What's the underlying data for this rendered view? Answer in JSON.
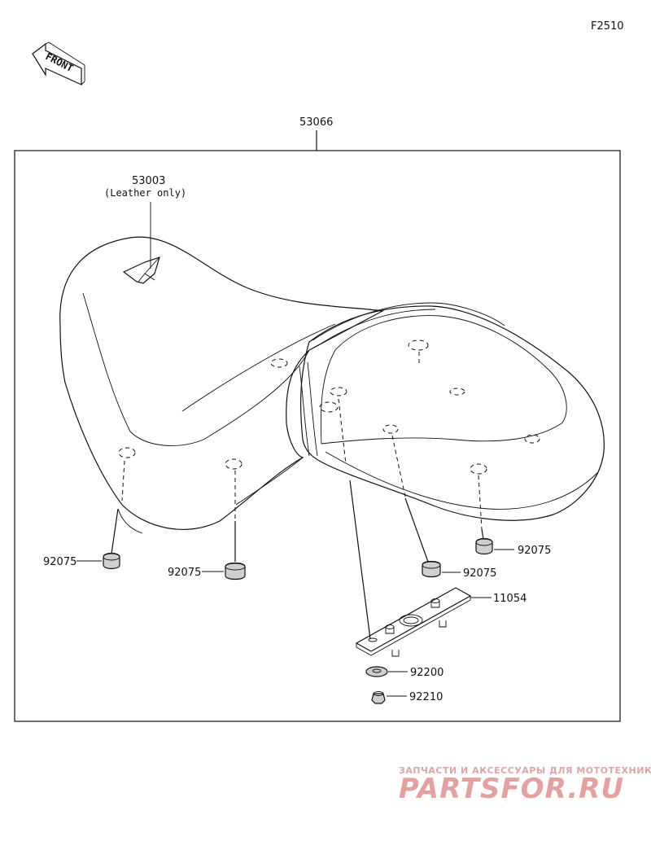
{
  "diagram_id": "F2510",
  "front_label": "FRONT",
  "assembly_part": "53066",
  "parts": {
    "cover_part": "53003",
    "cover_note": "(Leather only)",
    "damper_left": "92075",
    "damper_center": "92075",
    "damper_right_low": "92075",
    "damper_right": "92075",
    "bracket": "11054",
    "washer": "92200",
    "nut": "92210"
  },
  "watermark": {
    "line1": "ЗАПЧАСТИ И АКСЕССУАРЫ ДЛЯ МОТОТЕХНИКИ",
    "line2": "PARTSFOR.RU"
  }
}
